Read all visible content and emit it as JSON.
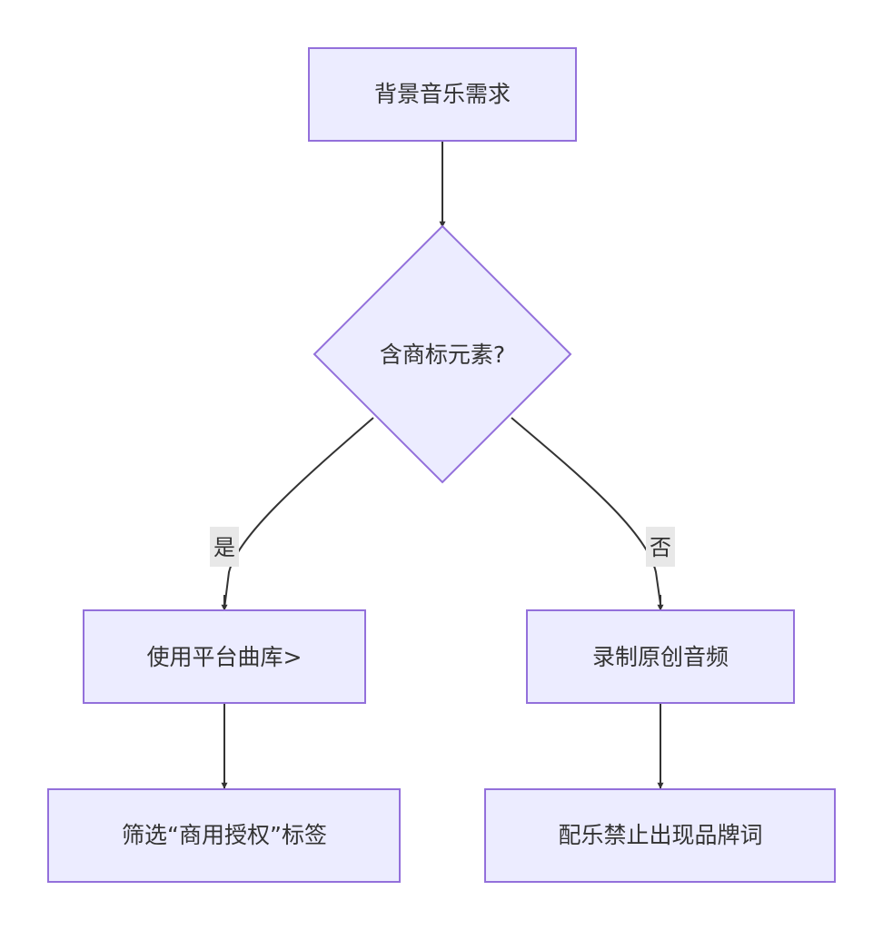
{
  "diagram": {
    "type": "flowchart",
    "colors": {
      "node_fill": "#ECECFF",
      "node_stroke": "#9370DB",
      "edge": "#333333",
      "text": "#333333",
      "edge_label_bg": "#E8E8E8"
    },
    "nodes": {
      "start": "背景音乐需求",
      "decision": "含商标元素?",
      "yes_step1": "使用平台曲库>",
      "yes_step2": "筛选“商用授权”标签",
      "no_step1": "录制原创音频",
      "no_step2": "配乐禁止出现品牌词"
    },
    "edges": {
      "yes_label": "是",
      "no_label": "否"
    }
  }
}
